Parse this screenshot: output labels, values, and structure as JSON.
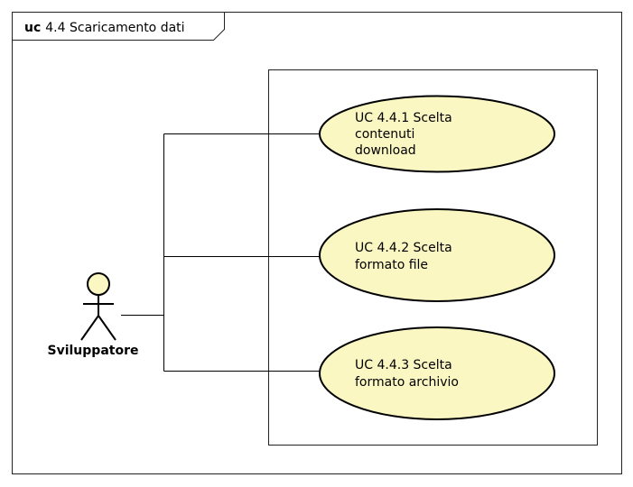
{
  "frame": {
    "keyword": "uc",
    "name": "4.4 Scaricamento dati"
  },
  "actor": {
    "name": "Sviluppatore"
  },
  "use_cases": [
    {
      "lines": [
        "UC 4.4.1 Scelta",
        "contenuti",
        "download"
      ]
    },
    {
      "lines": [
        "UC 4.4.2 Scelta",
        "formato file"
      ]
    },
    {
      "lines": [
        "UC 4.4.3 Scelta",
        "formato archivio"
      ]
    }
  ],
  "colors": {
    "use_case_fill": "#fbf7c3",
    "actor_head_fill": "#fbf7c3",
    "stroke": "#000000",
    "frame_stroke": "#222222"
  }
}
